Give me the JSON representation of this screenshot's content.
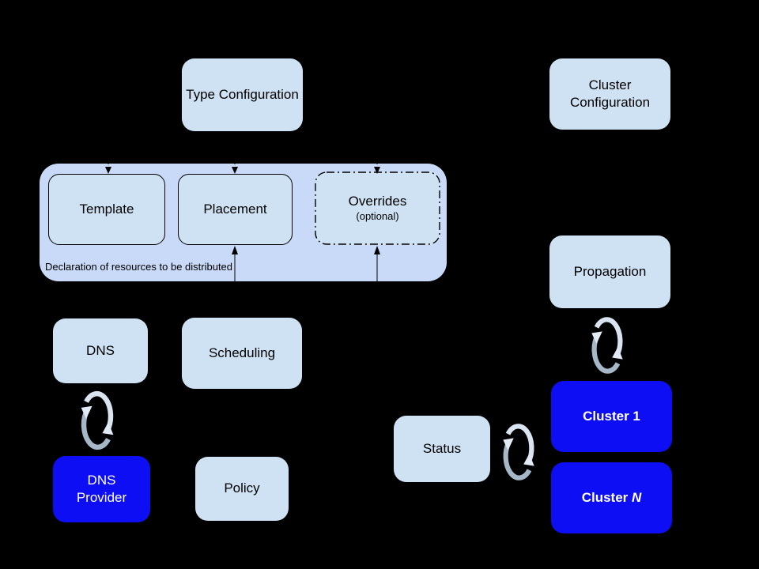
{
  "colors": {
    "background": "#000000",
    "container_fill": "#c9daf8",
    "box_fill": "#cfe2f3",
    "blue_fill": "#0e0ef5",
    "text_dark": "#000000",
    "text_light": "#ffffff"
  },
  "nodes": {
    "type_configuration": "Type Configuration",
    "cluster_configuration": "Cluster Configuration",
    "template": "Template",
    "placement": "Placement",
    "overrides_title": "Overrides",
    "overrides_subtitle": "(optional)",
    "container_caption": "Declaration of resources to be distributed",
    "dns": "DNS",
    "scheduling": "Scheduling",
    "dns_provider": "DNS\nProvider",
    "policy": "Policy",
    "status": "Status",
    "propagation": "Propagation",
    "cluster_1": "Cluster 1",
    "cluster_n_prefix": "Cluster ",
    "cluster_n_suffix": "N"
  },
  "icons": {
    "sync": "two curved arrows forming a refresh / sync cycle"
  }
}
